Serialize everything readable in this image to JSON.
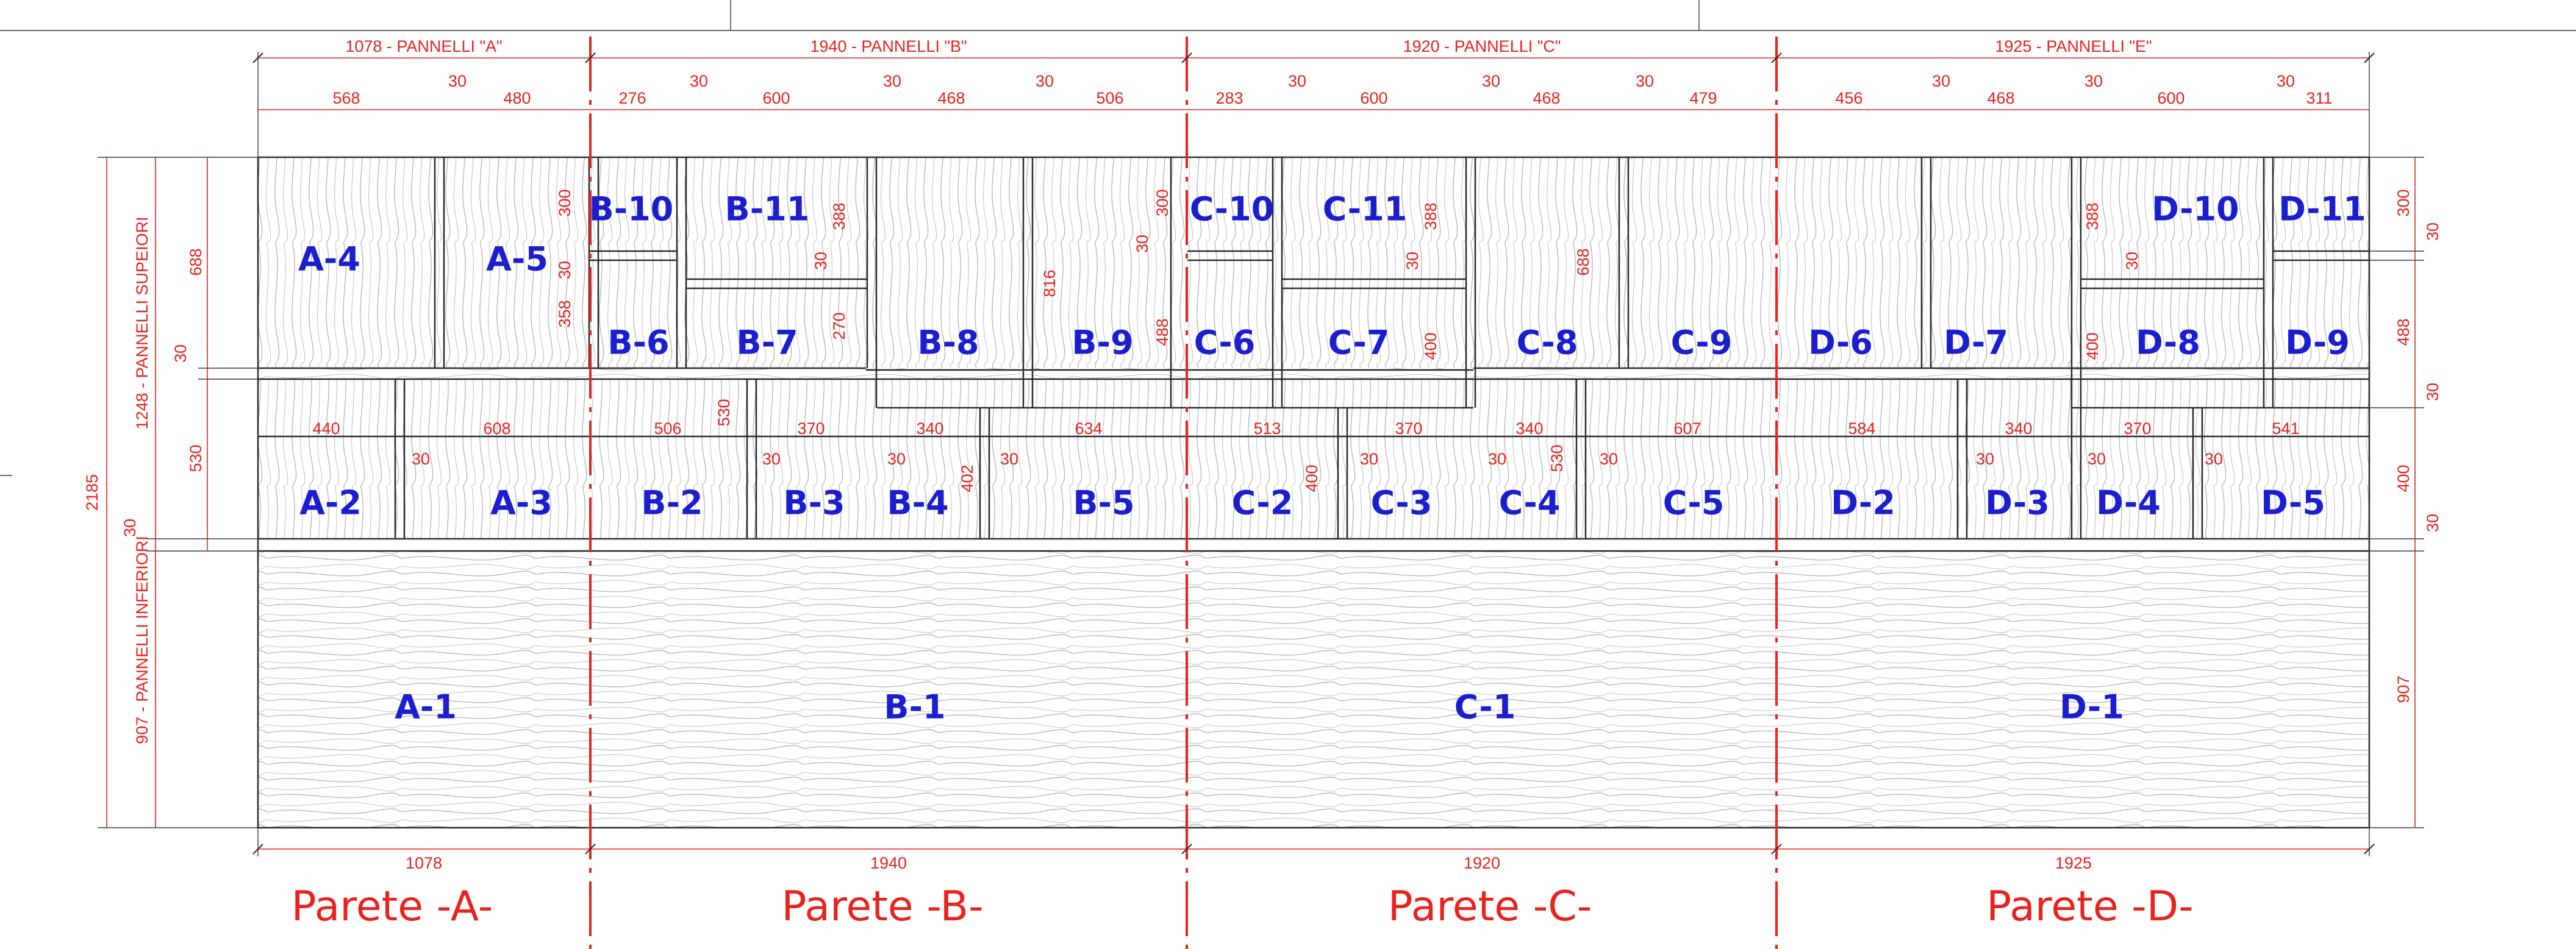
{
  "walls": [
    {
      "id": "A",
      "label": "Parete -A-",
      "width_mm": "1078",
      "header": "1078 - PANNELLI \"A\"",
      "top_dims": [
        "568",
        "30",
        "480"
      ]
    },
    {
      "id": "B",
      "label": "Parete -B-",
      "width_mm": "1940",
      "header": "1940 - PANNELLI \"B\"",
      "top_dims": [
        "276",
        "30",
        "600",
        "30",
        "468",
        "30",
        "506"
      ]
    },
    {
      "id": "C",
      "label": "Parete -C-",
      "width_mm": "1920",
      "header": "1920 - PANNELLI \"C\"",
      "top_dims": [
        "283",
        "30",
        "600",
        "30",
        "468",
        "30",
        "479"
      ]
    },
    {
      "id": "D",
      "label": "Parete -D-",
      "width_mm": "1925",
      "header": "1925 - PANNELLI \"E\"",
      "top_dims": [
        "456",
        "30",
        "468",
        "30",
        "600",
        "30",
        "311"
      ]
    }
  ],
  "left_dims": {
    "total": "2185",
    "upper_group": "1248 - PANNELLI SUPEIORI",
    "lower_group": "907 - PANNELLI INFERIORI",
    "upper_band": "688",
    "joint_1": "30",
    "middle_band": "530",
    "joint_2": "30"
  },
  "right_dims": [
    "300",
    "30",
    "488",
    "30",
    "400",
    "30",
    "907"
  ],
  "panels": {
    "A-1": "A-1",
    "A-2": "A-2",
    "A-3": "A-3",
    "A-4": "A-4",
    "A-5": "A-5",
    "B-1": "B-1",
    "B-2": "B-2",
    "B-3": "B-3",
    "B-4": "B-4",
    "B-5": "B-5",
    "B-6": "B-6",
    "B-7": "B-7",
    "B-8": "B-8",
    "B-9": "B-9",
    "B-10": "B-10",
    "B-11": "B-11",
    "C-1": "C-1",
    "C-2": "C-2",
    "C-3": "C-3",
    "C-4": "C-4",
    "C-5": "C-5",
    "C-6": "C-6",
    "C-7": "C-7",
    "C-8": "C-8",
    "C-9": "C-9",
    "C-10": "C-10",
    "C-11": "C-11",
    "D-1": "D-1",
    "D-2": "D-2",
    "D-3": "D-3",
    "D-4": "D-4",
    "D-5": "D-5",
    "D-6": "D-6",
    "D-7": "D-7",
    "D-8": "D-8",
    "D-9": "D-9",
    "D-10": "D-10",
    "D-11": "D-11"
  },
  "inner_dims": {
    "A": [
      "440",
      "30",
      "608",
      "300",
      "30",
      "358"
    ],
    "B": [
      "506",
      "530",
      "30",
      "370",
      "30",
      "340",
      "402",
      "30",
      "634",
      "388",
      "30",
      "270",
      "816",
      "300",
      "30",
      "488"
    ],
    "C": [
      "513",
      "400",
      "30",
      "370",
      "30",
      "340",
      "530",
      "30",
      "607",
      "388",
      "30",
      "400",
      "688"
    ],
    "D": [
      "584",
      "30",
      "340",
      "30",
      "370",
      "30",
      "541",
      "388",
      "30",
      "400"
    ]
  },
  "colors": {
    "line": "#2a2a2a",
    "dimension": "#e8231f",
    "panel_label": "#1b1ecf",
    "grain": "#b4b4b4"
  }
}
